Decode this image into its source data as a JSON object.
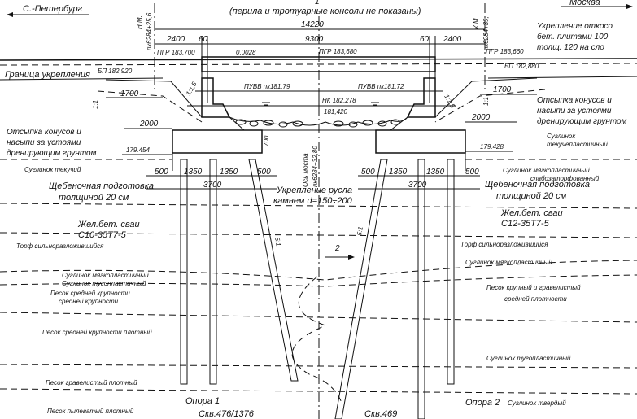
{
  "header": {
    "left_city": "С.-Петербург",
    "right_city": "Москва",
    "caption": "(перила и тротуарные консоли не показаны)",
    "caption_marker": "1"
  },
  "dimensions": {
    "total": "14220",
    "left_span": "2400",
    "right_span": "2400",
    "center": "9300",
    "gap_left": "60",
    "gap_right": "60",
    "slope_left": "1700",
    "slope_right": "1700",
    "reach_left": "2000",
    "reach_right": "2000",
    "pile_a": "500",
    "pile_b": "1350",
    "pile_c": "1350",
    "pile_d": "500",
    "pile_base": "3700",
    "height_700": "700",
    "slope_1_1": "1:1",
    "slope_1_15": "1:1,5",
    "pile_slope": "5:1",
    "grade": "0,0028"
  },
  "stations": {
    "left_mark": "Н.М.",
    "left_pk": "пк6284+25,6",
    "right_mark": "К.М.",
    "right_pk": "пк6284+39,",
    "axis_label": "Ось моста",
    "axis_pk": "пк6284+32,80"
  },
  "levels": {
    "pgr_left": "ПГР 183,700",
    "pgr_center": "ПГР 183,680",
    "pgr_right": "ПГР 183,660",
    "bp_left": "БП 182,920",
    "bp_right": "БП 182,880",
    "pvv_left": "ПУВВ пк181,79",
    "pvv_right": "ПУВВ пк181,72",
    "nk": "НК 182,278",
    "bottom": "181,420",
    "left_pile_top": "179.454",
    "right_pile_top": "179.428"
  },
  "notes": {
    "boundary": "Граница укрепления",
    "reinforcement_right_1": "Укрепление откосо",
    "reinforcement_right_2": "бет. плитами 100",
    "reinforcement_right_3": "толщ. 120 на сло",
    "cone_left_1": "Отсыпка конусов и",
    "cone_left_2": "насыпи за устоями",
    "cone_left_3": "дренирующим грунтом",
    "cone_right_1": "Отсыпка конусов и",
    "cone_right_2": "насыпи за устоями",
    "cone_right_3": "дренирующим грунтом",
    "gravel_left_1": "Щебеночная подготовка",
    "gravel_left_2": "толщиной 20 см",
    "gravel_right_1": "Щебеночная подготовка",
    "gravel_right_2": "толщиной 20 см",
    "riverbed_1": "Укрепление русла",
    "riverbed_2": "камнем d=150÷200",
    "piles_left_1": "Жел.бет. сваи",
    "piles_left_2": "С10-35Т7-5",
    "piles_right_1": "Жел.бет. сваи",
    "piles_right_2": "С12-35Т7-5",
    "section_marker": "2",
    "support_1": "Опора 1",
    "support_2": "Опора 2",
    "borehole_left": "Скв.476/1376",
    "borehole_center": "Скв.469"
  },
  "soils": {
    "l1": "Суглинок текучий",
    "l2": "Торф сильноразложившийся",
    "l3": "Суглинок мягкопластичный",
    "l4": "Суглинок тугопластичный",
    "l5a": "Песок средней крупности",
    "l5b": "средней крупности",
    "l6": "Песок средней крупности плотный",
    "l7": "Песок гравелистый плотный",
    "l8": "Песок пылеватый плотный",
    "r1a": "Суглинок",
    "r1b": "текучепластичный",
    "r2a": "Суглинок мягкопластичный",
    "r2b": "слабозаторфованный",
    "r3": "Торф сильноразложившийся",
    "r4": "Суглинок мягкопластичный",
    "r5a": "Песок крупный и гравелистый",
    "r5b": "средней плотности",
    "r6": "Суглинок тугопластичный",
    "r7": "Суглинок твердый"
  }
}
